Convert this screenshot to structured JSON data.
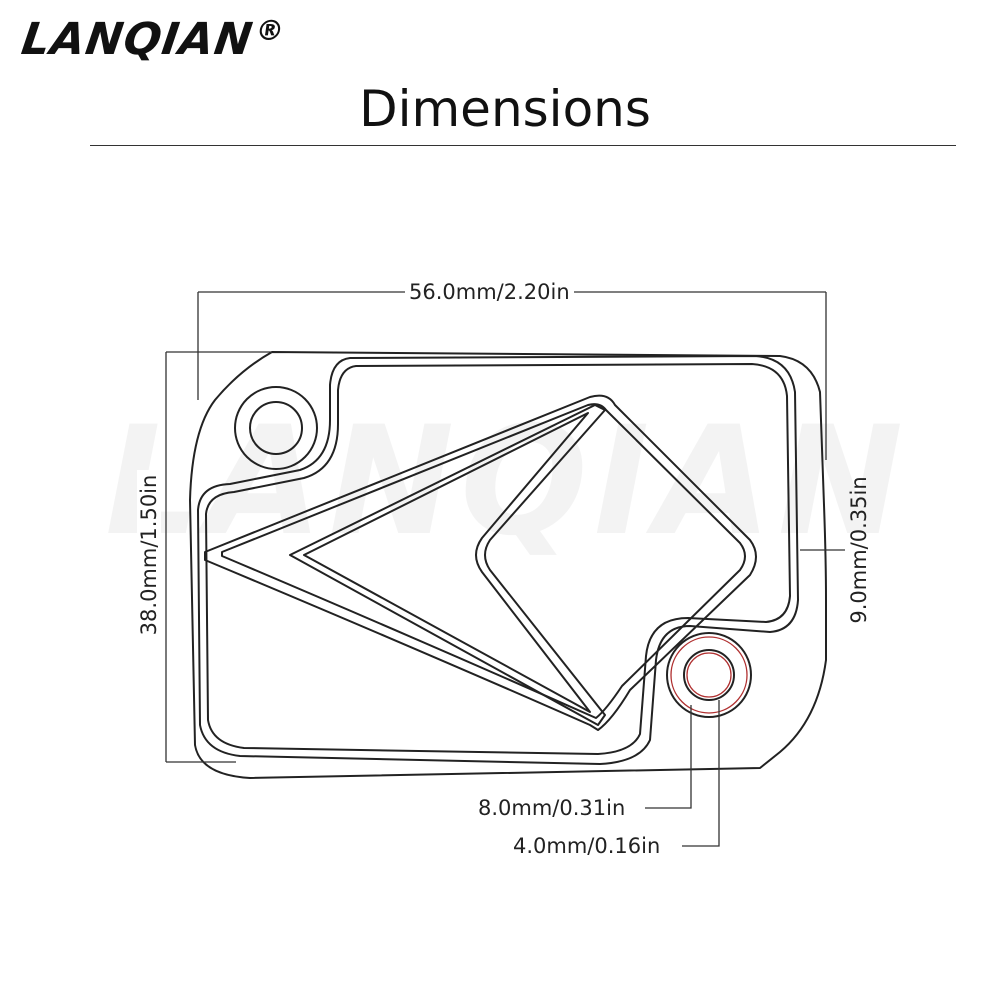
{
  "brand": {
    "name": "LANQIAN",
    "registered": "®"
  },
  "page_title": "Dimensions",
  "watermark": "LANQIAN",
  "dimensions": {
    "width": "56.0mm/2.20in",
    "height": "38.0mm/1.50in",
    "depth": "9.0mm/0.35in",
    "hole_outer": "8.0mm/0.31in",
    "hole_inner": "4.0mm/0.16in"
  },
  "colors": {
    "outline": "#222222",
    "hole_accent": "#b03030",
    "dimension_line": "#333333"
  }
}
